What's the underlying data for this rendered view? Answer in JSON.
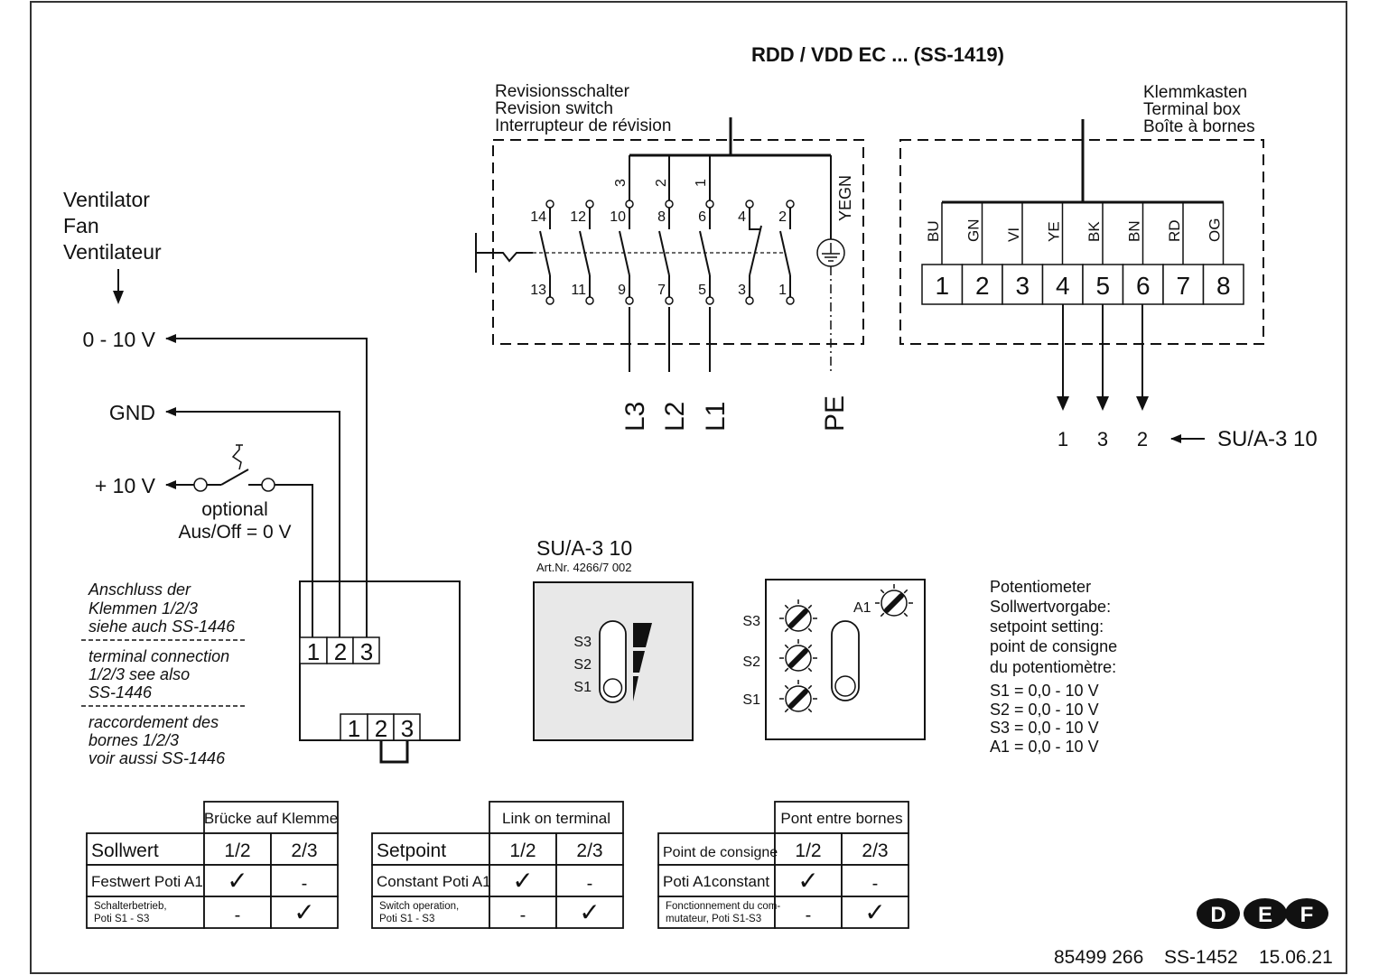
{
  "title": "RDD / VDD EC ... (SS-1419)",
  "revision_switch": {
    "labels": [
      "Revisionsschalter",
      "Revision switch",
      "Interrupteur de révision"
    ],
    "top_contacts": [
      "14",
      "12",
      "10",
      "8",
      "6",
      "4",
      "2"
    ],
    "bottom_contacts": [
      "13",
      "11",
      "9",
      "7",
      "5",
      "3",
      "1"
    ],
    "inputs": [
      "3",
      "2",
      "1"
    ],
    "earth_label": "YEGN",
    "mains": [
      "L3",
      "L2",
      "L1"
    ],
    "pe": "PE"
  },
  "terminal_box": {
    "labels": [
      "Klemmkasten",
      "Terminal box",
      "Boîte à bornes"
    ],
    "wire_colors": [
      "BU",
      "GN",
      "VI",
      "YE",
      "BK",
      "BN",
      "RD",
      "OG"
    ],
    "terminals": [
      "1",
      "2",
      "3",
      "4",
      "5",
      "6",
      "7",
      "8"
    ],
    "outputs": [
      "1",
      "3",
      "2"
    ],
    "output_target": "SU/A-3 10"
  },
  "fan": {
    "labels": [
      "Ventilator",
      "Fan",
      "Ventilateur"
    ],
    "signals": [
      "0 - 10 V",
      "GND",
      "+ 10 V"
    ],
    "switch_note": [
      "optional",
      "Aus/Off = 0 V"
    ]
  },
  "terminal_note": {
    "de": [
      "Anschluss der",
      "Klemmen 1/2/3",
      "siehe auch SS-1446"
    ],
    "en": [
      "terminal connection",
      "1/2/3 see also",
      "SS-1446"
    ],
    "fr": [
      "raccordement des",
      "bornes 1/2/3",
      "voir aussi SS-1446"
    ]
  },
  "controller_terminals": {
    "upper": [
      "1",
      "2",
      "3"
    ],
    "lower": [
      "1",
      "2",
      "3"
    ]
  },
  "device": {
    "name": "SU/A-3 10",
    "art_nr": "Art.Nr. 4266/7 002",
    "speed_labels": [
      "S3",
      "S2",
      "S1"
    ],
    "pot_labels": [
      "S3",
      "S2",
      "S1"
    ],
    "pot_a1": "A1"
  },
  "potentiometer_note": {
    "lines": [
      "Potentiometer",
      "Sollwertvorgabe:",
      "setpoint setting:",
      "point de consigne",
      "du potentiomètre:"
    ],
    "values": [
      "S1 = 0,0 - 10 V",
      "S2 = 0,0 - 10 V",
      "S3 = 0,0 - 10 V",
      "A1 = 0,0 - 10 V"
    ]
  },
  "tables": [
    {
      "header": "Brücke auf Klemme",
      "row_header": "Sollwert",
      "cols": [
        "1/2",
        "2/3"
      ],
      "rows": [
        {
          "label": "Festwert Poti A1",
          "small": false,
          "values": [
            "✓",
            "-"
          ]
        },
        {
          "label": "Schalterbetrieb,\nPoti S1 - S3",
          "small": true,
          "values": [
            "-",
            "✓"
          ]
        }
      ]
    },
    {
      "header": "Link on terminal",
      "row_header": "Setpoint",
      "cols": [
        "1/2",
        "2/3"
      ],
      "rows": [
        {
          "label": "Constant Poti A1",
          "small": false,
          "values": [
            "✓",
            "-"
          ]
        },
        {
          "label": "Switch operation,\nPoti S1 - S3",
          "small": true,
          "values": [
            "-",
            "✓"
          ]
        }
      ]
    },
    {
      "header": "Pont entre bornes",
      "row_header": "Point de consigne",
      "cols": [
        "1/2",
        "2/3"
      ],
      "rows": [
        {
          "label": "Poti A1constant",
          "small": false,
          "values": [
            "✓",
            "-"
          ]
        },
        {
          "label": "Fonctionnement du com-\nmutateur, Poti S1-S3",
          "small": true,
          "values": [
            "-",
            "✓"
          ]
        }
      ]
    }
  ],
  "languages": [
    "D",
    "E",
    "F"
  ],
  "footer": {
    "doc_number": "85499 266",
    "sheet": "SS-1452",
    "date": "15.06.21"
  }
}
